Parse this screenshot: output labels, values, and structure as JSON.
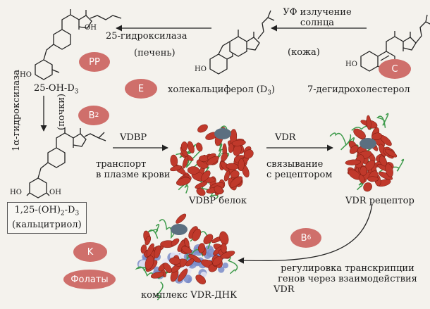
{
  "molecules": {
    "seven_dhc": "7-дегидрохолестерол",
    "cholecalciferol": "холекальциферол (D",
    "cholecalciferol_sub": "3",
    "cholecalciferol_end": ")",
    "hydroxy25": "25-OH-D",
    "hydroxy25_sub": "3",
    "calcitriol_line1": "1,25-(OH)",
    "calcitriol_sub1": "2",
    "calcitriol_dash": "-D",
    "calcitriol_sub2": "3",
    "calcitriol_line2": "(кальцитриол)"
  },
  "steps": {
    "uv_line1": "УФ излучение",
    "uv_line2": "солнца",
    "skin": "(кожа)",
    "hydroxylase25": "25-гидроксилаза",
    "liver": "(печень)",
    "hydroxylase1a": "1α-гидроксилаза",
    "kidneys": "(почки)",
    "vdbp_arrow": "VDBP",
    "transport_line1": "транспорт",
    "transport_line2": "в плазме крови",
    "vdr_arrow": "VDR",
    "binding_line1": "связывание",
    "binding_line2": "с рецептором",
    "regulation_line1": "регулировка транскрипции",
    "regulation_line2": "генов через взаимодействия",
    "regulation_line3": "VDR"
  },
  "proteins": {
    "vdbp": "VDBP белок",
    "vdr": "VDR рецептор",
    "complex": "комплекс VDR-ДНК"
  },
  "nutrients": {
    "pp": "PP",
    "e": "E",
    "c": "C",
    "b2": "B",
    "b2_sub": "2",
    "b6": "B",
    "b6_sub": "6",
    "k": "K",
    "folates": "Фолаты"
  },
  "oh_labels": {
    "oh": "HO",
    "oh_r": "OH"
  },
  "colors": {
    "badge": "#cf6f6b",
    "helix_red": "#c0392b",
    "strand_green": "#3e9b4b",
    "ligand_grey": "#5b6f80",
    "dna_blue": "#7a8cc8"
  }
}
